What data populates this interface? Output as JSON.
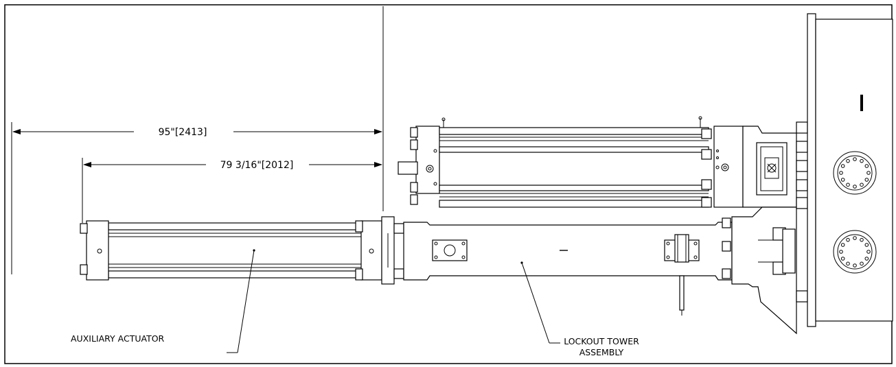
{
  "dimensions": {
    "overall": "95\"[2413]",
    "auxiliary": "79 3/16\"[2012]"
  },
  "labels": {
    "auxiliary_actuator": "AUXILIARY ACTUATOR",
    "lockout_line1": "LOCKOUT TOWER",
    "lockout_line2": "ASSEMBLY"
  }
}
